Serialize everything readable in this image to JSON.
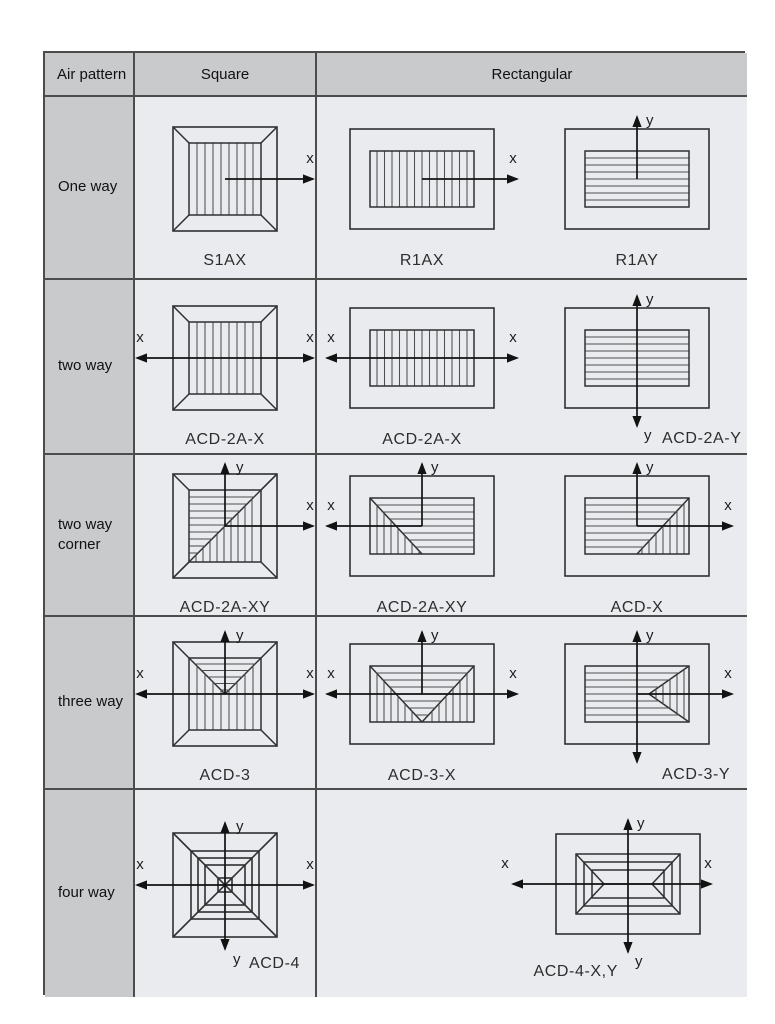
{
  "header": {
    "col1": "Air pattern",
    "col2": "Square",
    "col3": "Rectangular"
  },
  "axis_labels": {
    "x": "x",
    "y": "y"
  },
  "colors": {
    "page_bg": "#ffffff",
    "cell_bg": "#e9ebee",
    "label_bg": "#c9cacc",
    "grid_line": "#4c4c4c",
    "diagram_ink": "#2d2d2d"
  },
  "rows": [
    {
      "pattern": "One way",
      "square": [
        {
          "label": "S1AX",
          "shape": "square",
          "grille": "v",
          "arrows": [
            "right"
          ],
          "label_pos": "center"
        }
      ],
      "rectangular": [
        {
          "label": "R1AX",
          "shape": "rect",
          "grille": "v",
          "arrows": [
            "right"
          ],
          "label_pos": "center"
        },
        {
          "label": "R1AY",
          "shape": "rect",
          "grille": "h",
          "arrows": [
            "up"
          ],
          "label_pos": "center"
        }
      ]
    },
    {
      "pattern": "two way",
      "square": [
        {
          "label": "ACD-2A-X",
          "shape": "square",
          "grille": "v",
          "arrows": [
            "left",
            "right"
          ],
          "label_pos": "center"
        }
      ],
      "rectangular": [
        {
          "label": "ACD-2A-X",
          "shape": "rect",
          "grille": "v",
          "arrows": [
            "left",
            "right"
          ],
          "label_pos": "center"
        },
        {
          "label": "ACD-2A-Y",
          "shape": "rect",
          "grille": "h",
          "arrows": [
            "up",
            "down"
          ],
          "label_pos": "after-down"
        }
      ]
    },
    {
      "pattern": "two way corner",
      "square": [
        {
          "label": "ACD-2A-XY",
          "shape": "square",
          "grille": "corner-bltr",
          "arrows": [
            "up",
            "right"
          ],
          "label_pos": "center"
        }
      ],
      "rectangular": [
        {
          "label": "ACD-2A-XY",
          "shape": "rect",
          "grille": "corner-tl",
          "arrows": [
            "up",
            "left"
          ],
          "label_pos": "center"
        },
        {
          "label": "ACD-X",
          "shape": "rect",
          "grille": "corner-tr",
          "arrows": [
            "up",
            "right"
          ],
          "label_pos": "center"
        }
      ]
    },
    {
      "pattern": "three way",
      "square": [
        {
          "label": "ACD-3",
          "shape": "square",
          "grille": "vee",
          "arrows": [
            "up",
            "left",
            "right"
          ],
          "label_pos": "center"
        }
      ],
      "rectangular": [
        {
          "label": "ACD-3-X",
          "shape": "rect",
          "grille": "vee",
          "arrows": [
            "up",
            "left",
            "right"
          ],
          "label_pos": "center"
        },
        {
          "label": "ACD-3-Y",
          "shape": "rect",
          "grille": "vee-left",
          "arrows": [
            "up",
            "down",
            "right"
          ],
          "no_letter": [
            "down"
          ],
          "label_pos": "after-down"
        }
      ]
    },
    {
      "pattern": "four way",
      "square": [
        {
          "label": "ACD-4",
          "shape": "square",
          "grille": "pyramid",
          "arrows": [
            "up",
            "down",
            "left",
            "right"
          ],
          "label_pos": "after-down"
        }
      ],
      "rectangular": [
        {
          "label": "ACD-4-X,Y",
          "shape": "rect-wide",
          "grille": "pyramid",
          "arrows": [
            "up",
            "down",
            "left",
            "right"
          ],
          "label_pos": "before-down",
          "align": "right"
        }
      ]
    }
  ]
}
